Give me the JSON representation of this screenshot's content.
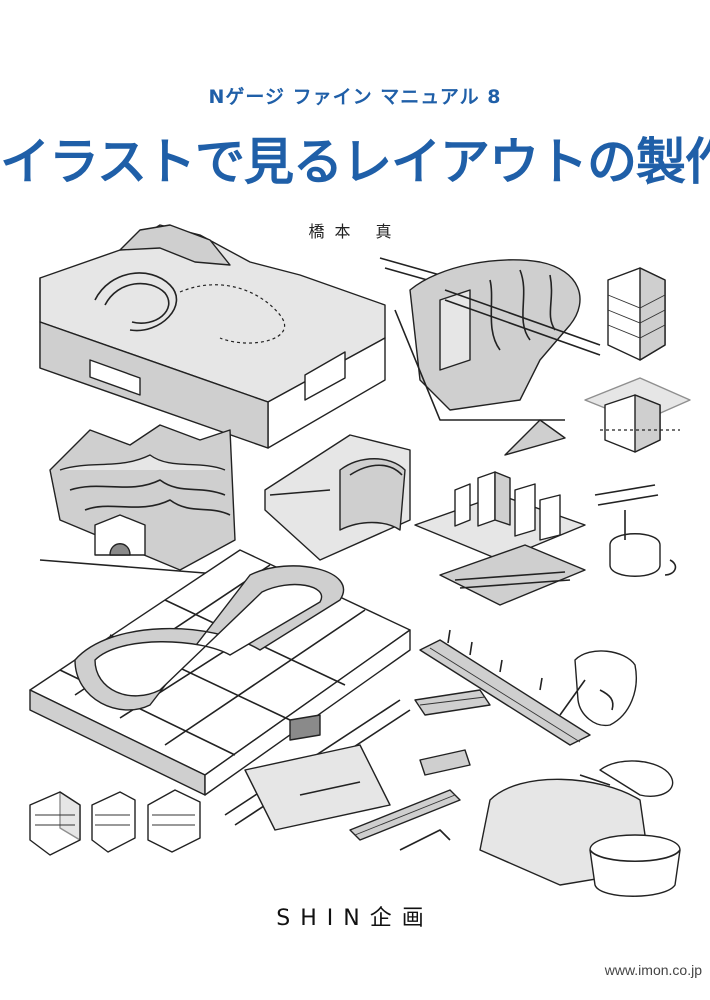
{
  "cover": {
    "series": "Nゲージ ファイン マニュアル 8",
    "title": "イラストで見るレイアウトの製作",
    "author": "橋本 真",
    "publisher": "SHIN企画",
    "watermark_url": "www.imon.co.jp"
  },
  "colors": {
    "title_blue": "#1f5fa8",
    "background": "#ffffff"
  }
}
